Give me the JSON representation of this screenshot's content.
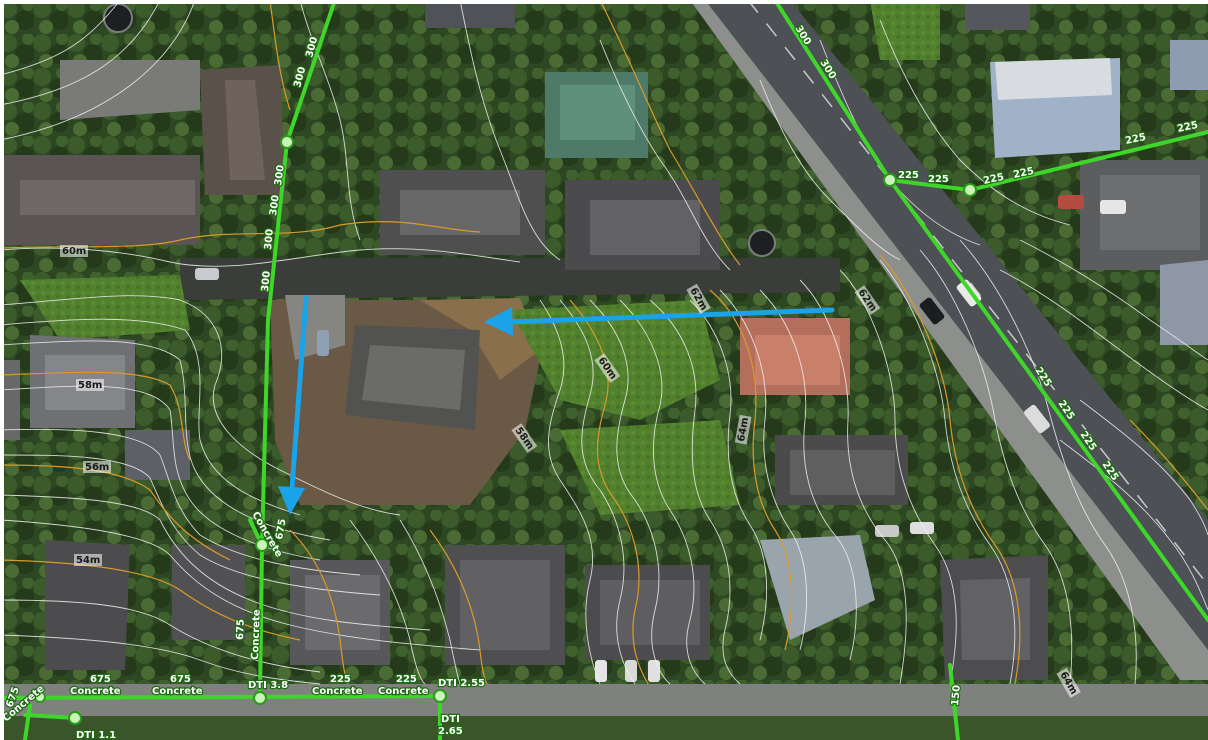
{
  "contour_labels": [
    "60m",
    "58m",
    "56m",
    "54m",
    "62m",
    "60m",
    "58m",
    "64m",
    "64m",
    "62m"
  ],
  "pipe_labels": {
    "d300": "300",
    "d225": "225",
    "d150": "150",
    "d675": "675",
    "concrete": "Concrete",
    "dti_38": "DTI 3.8",
    "dti_255": "DTI 2.55",
    "dti": "DTI",
    "dti_265": "2.65",
    "dti_11": "DTI 1.1"
  },
  "colors": {
    "pipe": "#3fd62a",
    "node": "#c9f5b8",
    "contour_major": "#d99a2b",
    "contour_minor": "#f2f2f2",
    "arrow": "#1aa3e8",
    "road": "#4a4d52",
    "vegetation": "#2f4a23",
    "lawn": "#4f7a2c",
    "soil": "#6b5a44"
  }
}
